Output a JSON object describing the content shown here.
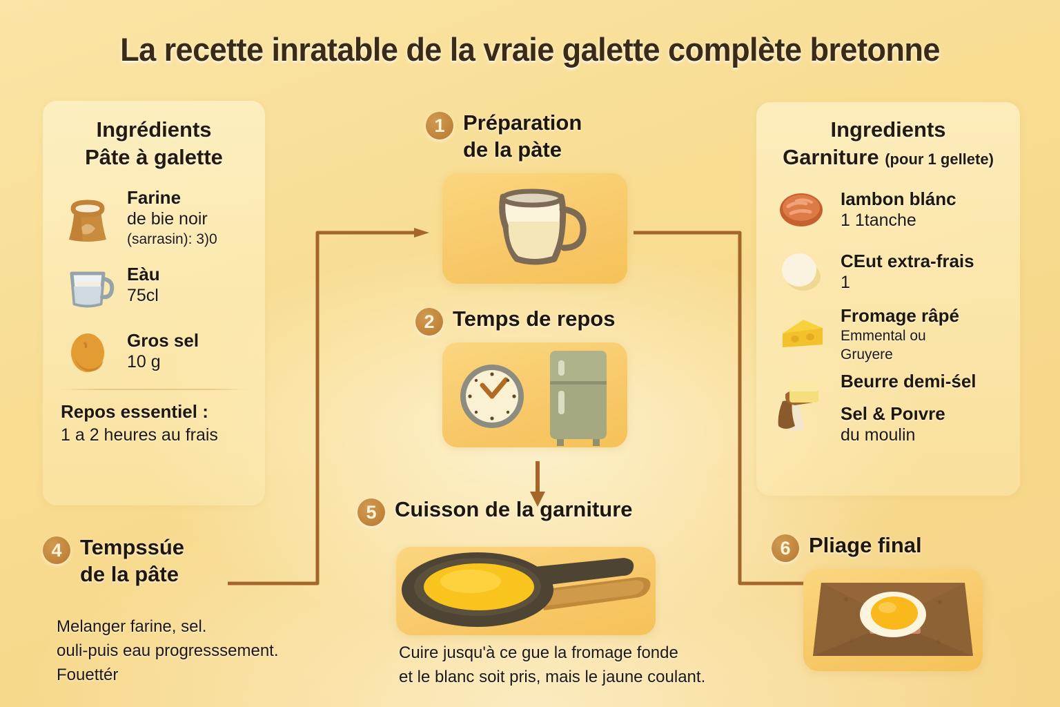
{
  "title": "La recette inratable de la vraie galette complète bretonne",
  "colors": {
    "background": "#f7dd96",
    "card": "#f8c96a",
    "badge": "#c2863c",
    "arrow": "#a4662b",
    "text": "#20170c"
  },
  "left_panel": {
    "heading_line1": "Ingrédients",
    "heading_line2": "Pâte à galette",
    "items": [
      {
        "icon": "flour-sack-icon",
        "name": "Farine",
        "qty_line1": "de bie noir",
        "qty_line2": "(sarrasin): 3)0"
      },
      {
        "icon": "measuring-jug-icon",
        "name": "Eàu",
        "qty_line1": "75cl",
        "qty_line2": ""
      },
      {
        "icon": "salt-rock-icon",
        "name": "Gros sel",
        "qty_line1": "10 g",
        "qty_line2": ""
      }
    ],
    "note_line1": "Repos essentiel :",
    "note_line2": "1 a 2 heures au frais"
  },
  "right_panel": {
    "heading_line1": "Ingredients",
    "heading_line2": "Garniture",
    "heading_line2_sub": "(pour 1 gellete)",
    "items": [
      {
        "icon": "ham-slice-icon",
        "name": "Iambon blánc",
        "qty_line1": "1 1tanche",
        "qty_line2": ""
      },
      {
        "icon": "egg-icon",
        "name": "CEut extra-frais",
        "qty_line1": "1",
        "qty_line2": ""
      },
      {
        "icon": "cheese-icon",
        "name": "Fromage râpé",
        "qty_line1": "Emmental ou",
        "qty_line2": "Gruyere"
      },
      {
        "icon": "butter-icon",
        "name": "Beurre demi-śel",
        "qty_line1": "",
        "qty_line2": ""
      },
      {
        "icon": "salt-pepper-icon",
        "name": "Sel & Poıvre",
        "qty_line1": "du moulin",
        "qty_line2": ""
      }
    ]
  },
  "steps": [
    {
      "number": "1",
      "label_line1": "Préparation",
      "label_line2": "de la pàte",
      "illustration": "batter-pitcher-icon"
    },
    {
      "number": "2",
      "label_line1": "Temps de repos",
      "label_line2": "",
      "illustration": "clock-and-fridge-icon"
    },
    {
      "number": "4",
      "label_line1": "Tempssúe",
      "label_line2": "de la pâte",
      "illustration": ""
    },
    {
      "number": "5",
      "label_line1": "Cuisson de la garniture",
      "label_line2": "",
      "illustration": "frying-pan-icon"
    },
    {
      "number": "6",
      "label_line1": "Pliage final",
      "label_line2": "",
      "illustration": "folded-galette-icon"
    }
  ],
  "captions": {
    "step4_line1": "Melanger farine, sel.",
    "step4_line2": "ouli-puis eau progresssement.",
    "step4_line3": "Fouettér",
    "step5_line1": "Cuire jusqu'à ce gue la fromage fonde",
    "step5_line2": "et le blanc soit pris, mais le jaune coulant."
  }
}
